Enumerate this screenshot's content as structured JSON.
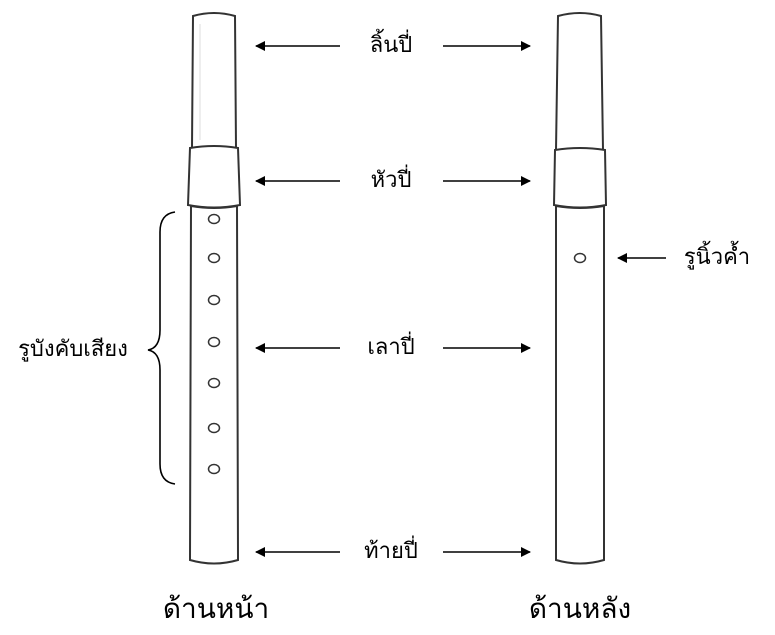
{
  "labels": {
    "reed": "ลิ้นปี่",
    "head": "หัวปี่",
    "body": "เลาปี่",
    "tail": "ท้ายปี่",
    "finger_holes": "รูบังคับเสียง",
    "thumb_hole": "รูนิ้วค้ำ"
  },
  "captions": {
    "front": "ด้านหน้า",
    "back": "ด้านหลัง"
  },
  "colors": {
    "ink": "#000000",
    "outline": "#333333",
    "fill": "#ffffff"
  },
  "front_finger_hole_count": 7,
  "back_thumb_hole_count": 1
}
